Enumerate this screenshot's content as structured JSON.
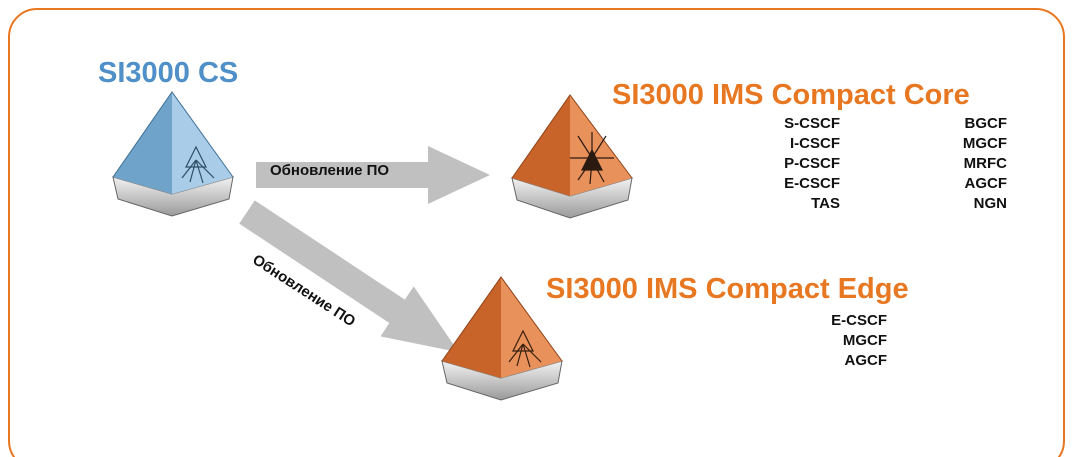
{
  "colors": {
    "frame": "#e87722",
    "cs_blue": "#4f90c8",
    "ims_orange": "#e87722",
    "arrow_gray": "#c0c0c0",
    "text_dark": "#111111"
  },
  "nodes": {
    "cs": {
      "title": "SI3000 CS",
      "icon": "blue-pyramid-icon"
    },
    "core": {
      "title": "SI3000 IMS Compact Core",
      "icon": "orange-pyramid-icon",
      "functions_col1": [
        "S-CSCF",
        "I-CSCF",
        "P-CSCF",
        "E-CSCF",
        "TAS"
      ],
      "functions_col2": [
        "BGCF",
        "MGCF",
        "MRFC",
        "AGCF",
        "NGN"
      ]
    },
    "edge": {
      "title": "SI3000 IMS Compact Edge",
      "icon": "orange-pyramid-icon",
      "functions": [
        "E-CSCF",
        "MGCF",
        "AGCF"
      ]
    }
  },
  "arrows": {
    "to_core": {
      "label": "Обновление ПО"
    },
    "to_edge": {
      "label": "Обновление ПО"
    }
  }
}
